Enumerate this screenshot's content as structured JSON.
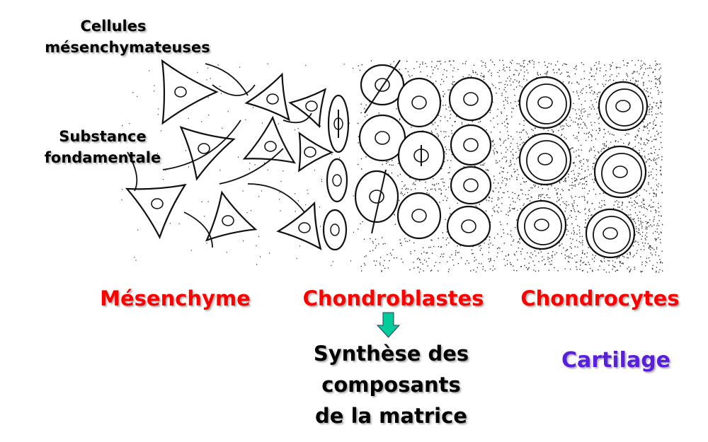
{
  "labels": {
    "mesenchymal_cells": [
      "Cellules",
      "mésenchymateuses"
    ],
    "ground_substance": [
      "Substance",
      "fondamentale"
    ],
    "mesenchyme": "Mésenchyme",
    "chondroblasts": "Chondroblastes",
    "chondrocytes": "Chondrocytes",
    "synthesis": [
      "Synthèse des",
      "composants",
      "de la matrice"
    ],
    "cartilage": "Cartilage"
  },
  "colors": {
    "stage_label": "#ff0000",
    "cartilage": "#5a1ee0",
    "arrow": "#00cc99"
  }
}
